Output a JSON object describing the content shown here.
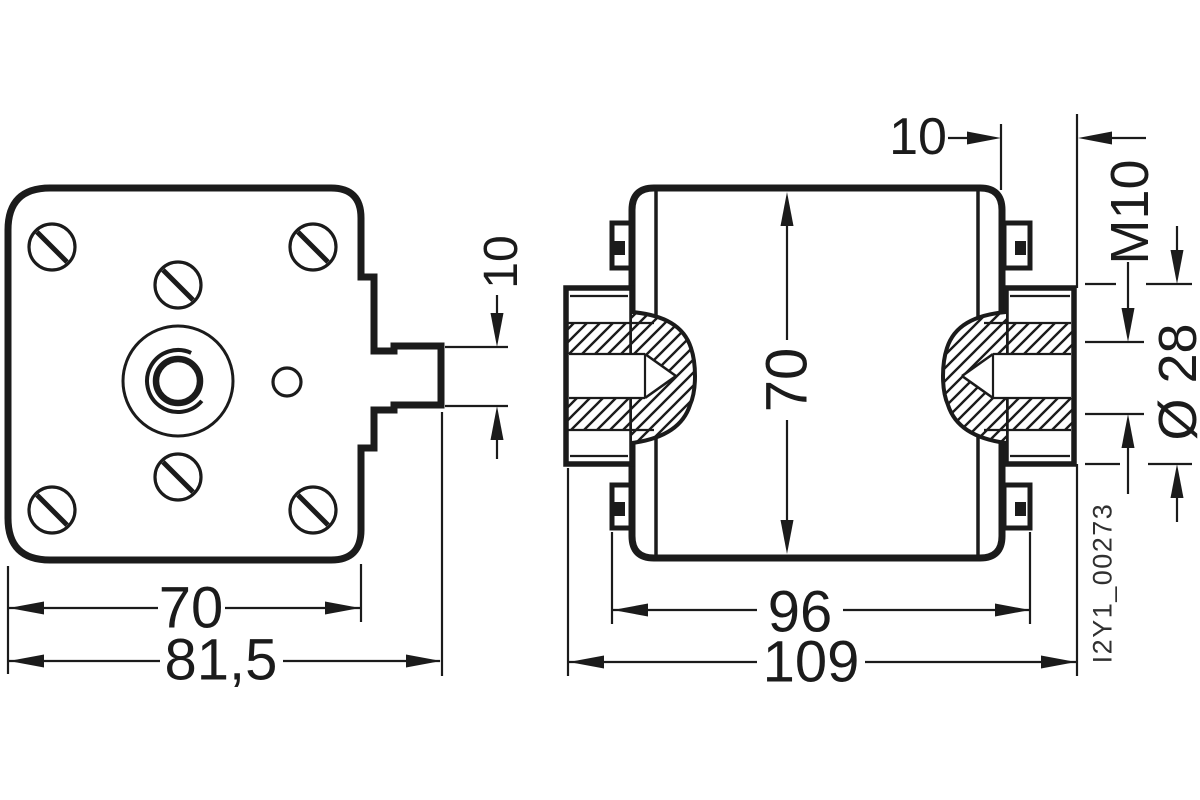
{
  "part_code": "I2Y1_00273",
  "colors": {
    "line": "#1b1b1b",
    "background": "#ffffff",
    "code_text": "#303030"
  },
  "views": {
    "front": {
      "dims": {
        "body_width": "70",
        "overall_width": "81,5",
        "tab_height": "10"
      }
    },
    "side": {
      "dims": {
        "terminal_projection": "10",
        "body_height": "70",
        "thread_size": "M10",
        "terminal_diameter": "Ø 28",
        "lug_span": "96",
        "overall_length": "109"
      }
    }
  }
}
